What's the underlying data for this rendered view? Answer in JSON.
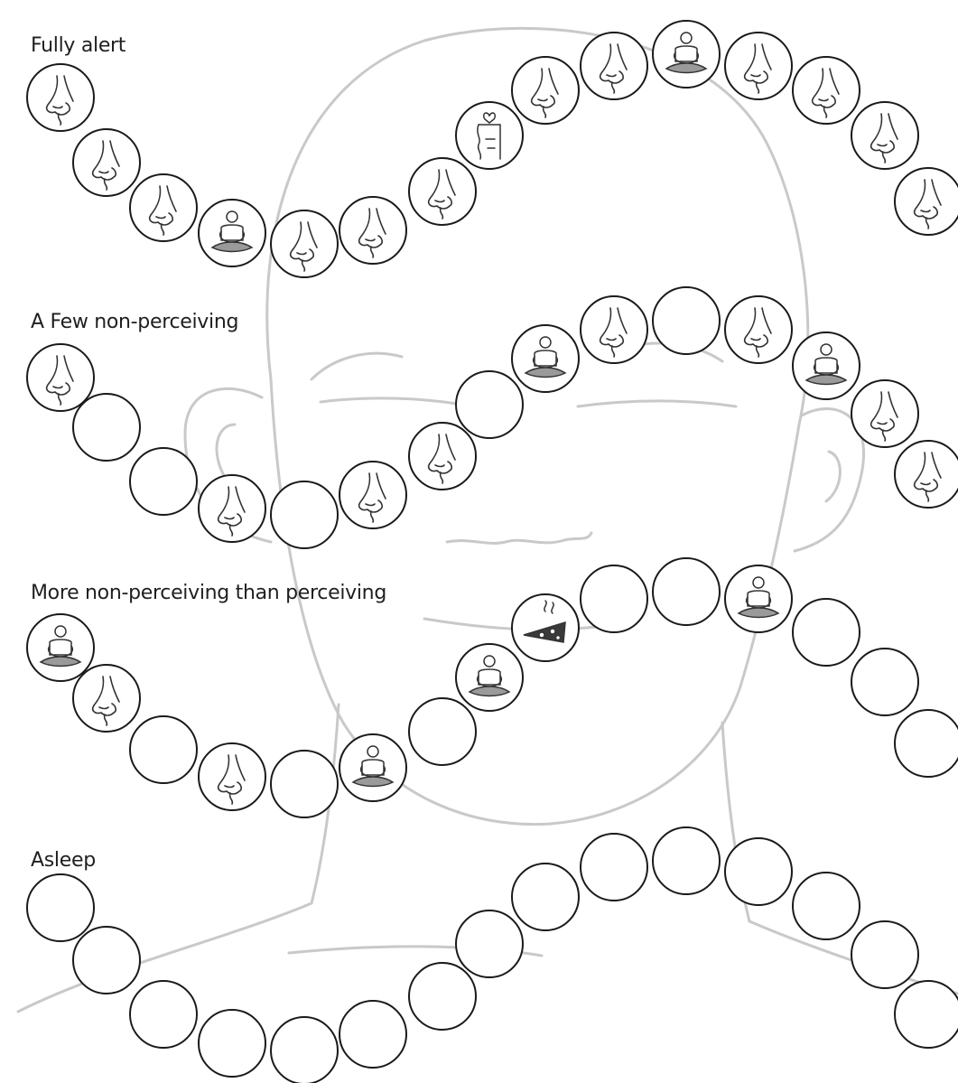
{
  "rows": [
    {
      "label": "Fully alert",
      "beads": [
        "nose-icon",
        "nose-icon",
        "nose-icon",
        "meditator-icon",
        "nose-icon",
        "nose-icon",
        "nose-icon",
        "heart-face-icon",
        "nose-icon",
        "nose-icon",
        "meditator-icon",
        "nose-icon",
        "nose-icon",
        "nose-icon",
        "nose-icon"
      ]
    },
    {
      "label": "A Few non-perceiving",
      "beads": [
        "nose-icon",
        "empty",
        "empty",
        "nose-icon",
        "empty",
        "nose-icon",
        "nose-icon",
        "empty",
        "meditator-icon",
        "nose-icon",
        "empty",
        "nose-icon",
        "meditator-icon",
        "nose-icon",
        "nose-icon"
      ]
    },
    {
      "label": "More non-perceiving than perceiving",
      "beads": [
        "meditator-icon",
        "nose-icon",
        "empty",
        "nose-icon",
        "empty",
        "meditator-icon",
        "empty",
        "meditator-icon",
        "pizza-icon",
        "empty",
        "empty",
        "meditator-icon",
        "empty",
        "empty",
        "empty"
      ]
    },
    {
      "label": "Asleep",
      "beads": [
        "empty",
        "empty",
        "empty",
        "empty",
        "empty",
        "empty",
        "empty",
        "empty",
        "empty",
        "empty",
        "empty",
        "empty",
        "empty",
        "empty",
        "empty"
      ]
    }
  ],
  "colors": {
    "bead_stroke": "#1a1a1a",
    "sketch_stroke": "#c9c9c9",
    "icon_stroke": "#333333"
  }
}
